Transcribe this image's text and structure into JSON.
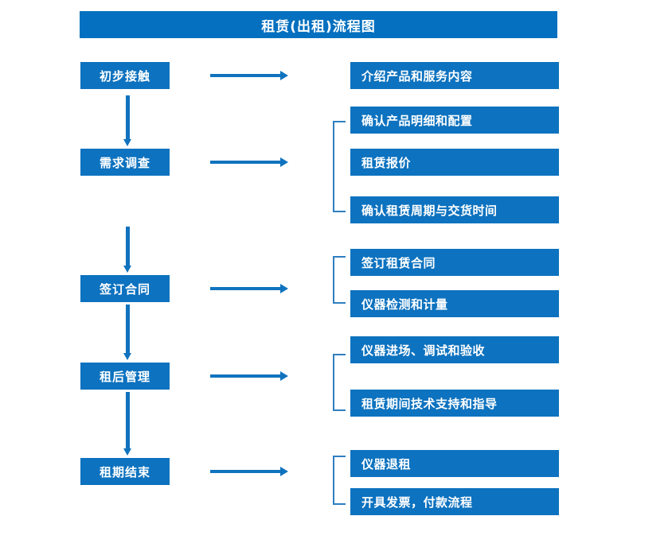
{
  "title": "租赁(出租)流程图",
  "colors": {
    "title_bar": "#0570bf",
    "box_fill": "#0d72bf",
    "arrow": "#1073be",
    "bracket": "#2f7fc0",
    "text": "#ffffff",
    "background": "#ffffff"
  },
  "stages": [
    {
      "label": "初步接触"
    },
    {
      "label": "需求调查"
    },
    {
      "label": "签订合同"
    },
    {
      "label": "租后管理"
    },
    {
      "label": "租期结束"
    }
  ],
  "details": [
    {
      "label": "介绍产品和服务内容"
    },
    {
      "label": "确认产品明细和配置"
    },
    {
      "label": "租赁报价"
    },
    {
      "label": "确认租赁周期与交货时间"
    },
    {
      "label": "签订租赁合同"
    },
    {
      "label": "仪器检测和计量"
    },
    {
      "label": "仪器进场、调试和验收"
    },
    {
      "label": "租赁期间技术支持和指导"
    },
    {
      "label": "仪器退租"
    },
    {
      "label": "开具发票，付款流程"
    }
  ]
}
